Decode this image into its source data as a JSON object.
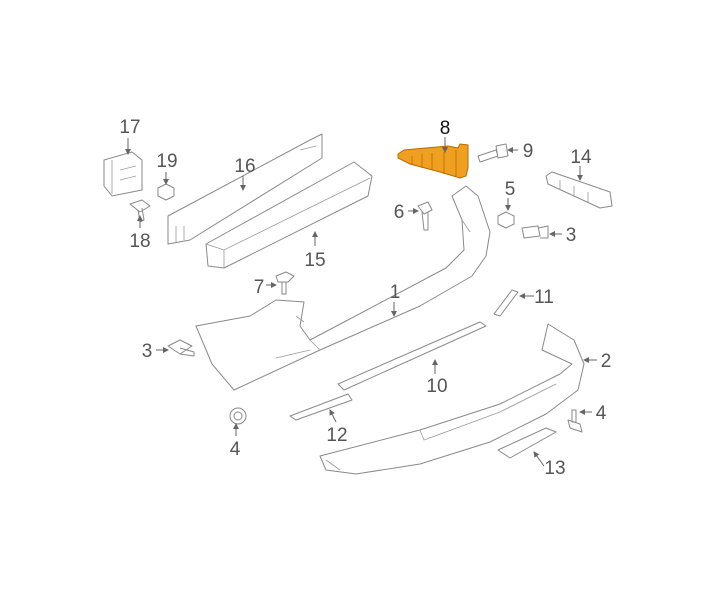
{
  "diagram": {
    "highlight_color": "#f0a020",
    "highlighted_part": "8",
    "callouts": [
      {
        "id": "c17",
        "label": "17"
      },
      {
        "id": "c19",
        "label": "19"
      },
      {
        "id": "c16",
        "label": "16"
      },
      {
        "id": "c18",
        "label": "18"
      },
      {
        "id": "c15",
        "label": "15"
      },
      {
        "id": "c8",
        "label": "8"
      },
      {
        "id": "c9",
        "label": "9"
      },
      {
        "id": "c14",
        "label": "14"
      },
      {
        "id": "c5",
        "label": "5"
      },
      {
        "id": "c6",
        "label": "6"
      },
      {
        "id": "c3a",
        "label": "3"
      },
      {
        "id": "c7",
        "label": "7"
      },
      {
        "id": "c1",
        "label": "1"
      },
      {
        "id": "c11",
        "label": "11"
      },
      {
        "id": "c3b",
        "label": "3"
      },
      {
        "id": "c2",
        "label": "2"
      },
      {
        "id": "c10",
        "label": "10"
      },
      {
        "id": "c4a",
        "label": "4"
      },
      {
        "id": "c12",
        "label": "12"
      },
      {
        "id": "c4b",
        "label": "4"
      },
      {
        "id": "c13",
        "label": "13"
      }
    ]
  }
}
